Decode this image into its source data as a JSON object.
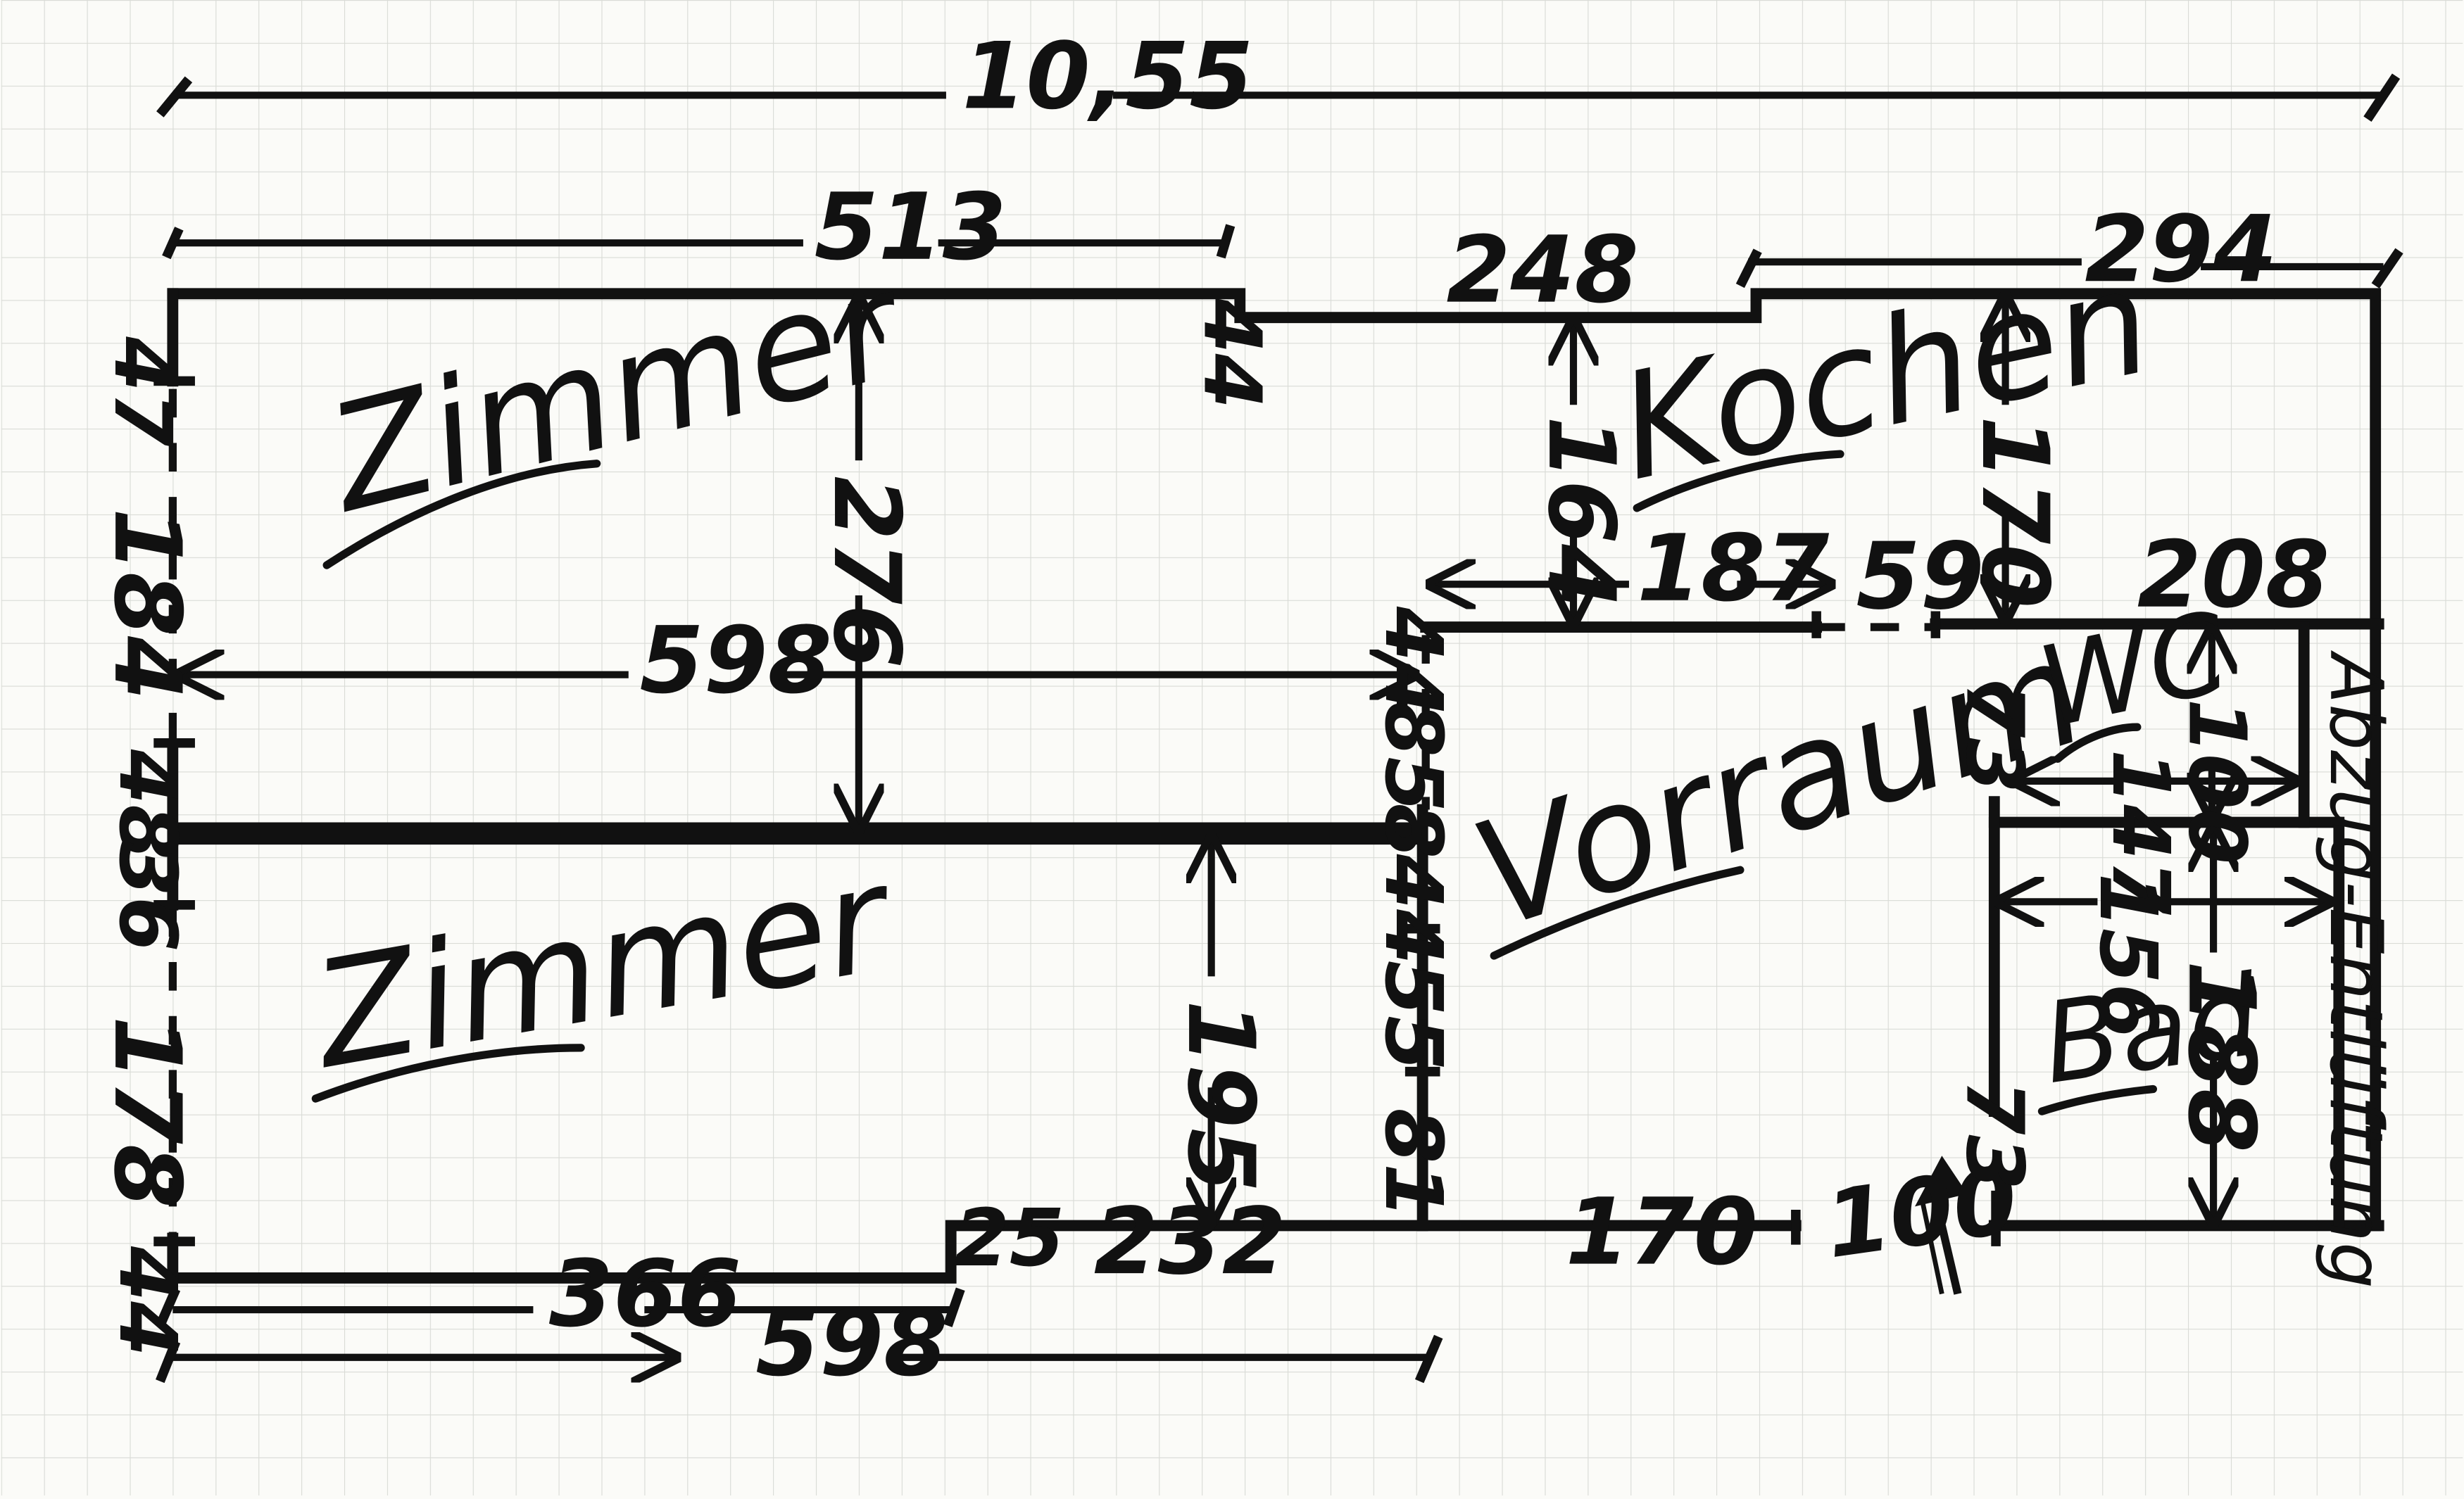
{
  "rooms": {
    "zimmer_top": "Zimmer",
    "zimmer_bottom": "Zimmer",
    "kochen": "Kochen",
    "vorraum": "Vorraum",
    "wc": "WC",
    "bad": "Bad",
    "abzug_entlueftung": "Abzug-Entlüftung"
  },
  "dimensions": {
    "total_width": "10,55",
    "top_left_width": "513",
    "kitchen_top": "248",
    "top_right_width": "294",
    "left_wall_top": "47",
    "step_top": "44",
    "left_upper_height": "184",
    "room_height_upper": "276",
    "kitchen_height": "164",
    "right_height": "170",
    "vorraum_top_width": "187",
    "gap": "59",
    "wc_width_top": "208",
    "upper_room_width": "598",
    "vorraum_step_top": "44",
    "wc_height_left": "73",
    "wc_height_right": "100",
    "wc_width": "147",
    "vorraum_side_upper": "85",
    "left_48": "48",
    "left_36": "36",
    "wall_8": "8",
    "vorraum_side_44": "44",
    "vorraum_side_55": "55",
    "vorraum_side_81": "81",
    "lower_room_height": "195",
    "bad_width": "156",
    "bad_height": "188",
    "bad_height_left": "73",
    "left_lower_height": "178",
    "left_bottom": "44",
    "bottom_step": "25",
    "bottom_middle": "232",
    "bottom_vorraum": "170",
    "entrance_width": "100",
    "bottom_left_width": "366",
    "bottom_total_width": "598"
  }
}
